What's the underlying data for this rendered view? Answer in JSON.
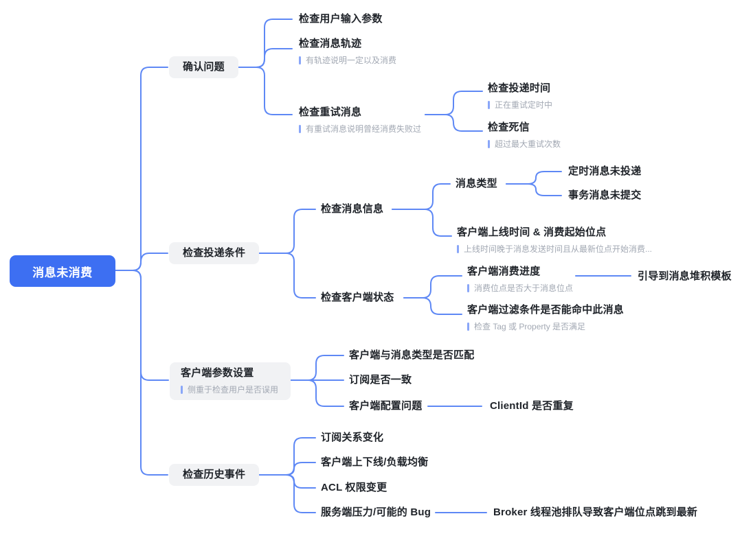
{
  "colors": {
    "root_fill": "#3D6FF2",
    "root_text": "#FFFFFF",
    "connector_line": "#5E88F5",
    "branch_fill": "#F1F2F4",
    "label_text": "#1F2329",
    "note_text": "#A2A8B3",
    "note_accent_bar": "#89A6F8",
    "background": "#FFFFFF"
  },
  "tree": {
    "label": "消息未消费",
    "branches": [
      {
        "label": "确认问题",
        "children": [
          {
            "label": "检查用户输入参数"
          },
          {
            "label": "检查消息轨迹",
            "note": "有轨迹说明一定以及消费"
          },
          {
            "label": "检查重试消息",
            "note": "有重试消息说明曾经消费失败过",
            "children": [
              {
                "label": "检查投递时间",
                "note": "正在重试定时中"
              },
              {
                "label": "检查死信",
                "note": "超过最大重试次数"
              }
            ]
          }
        ]
      },
      {
        "label": "检查投递条件",
        "children": [
          {
            "label": "检查消息信息",
            "children": [
              {
                "label": "消息类型",
                "children": [
                  {
                    "label": "定时消息未投递"
                  },
                  {
                    "label": "事务消息未提交"
                  }
                ]
              },
              {
                "label": "客户端上线时间 & 消费起始位点",
                "note": "上线时间晚于消息发送时间且从最新位点开始消费..."
              }
            ]
          },
          {
            "label": "检查客户端状态",
            "children": [
              {
                "label": "客户端消费进度",
                "note": "消费位点是否大于消息位点",
                "children": [
                  {
                    "label": "引导到消息堆积模板"
                  }
                ]
              },
              {
                "label": "客户端过滤条件是否能命中此消息",
                "note": "检查 Tag 或 Property 是否满足"
              }
            ]
          }
        ]
      },
      {
        "label": "客户端参数设置",
        "note": "侧重于检查用户是否误用",
        "children": [
          {
            "label": "客户端与消息类型是否匹配"
          },
          {
            "label": "订阅是否一致"
          },
          {
            "label": "客户端配置问题",
            "children": [
              {
                "label": "ClientId 是否重复"
              }
            ]
          }
        ]
      },
      {
        "label": "检查历史事件",
        "children": [
          {
            "label": "订阅关系变化"
          },
          {
            "label": "客户端上下线/负载均衡"
          },
          {
            "label": "ACL 权限变更"
          },
          {
            "label": "服务端压力/可能的 Bug",
            "children": [
              {
                "label": "Broker 线程池排队导致客户端位点跳到最新"
              }
            ]
          }
        ]
      }
    ]
  }
}
